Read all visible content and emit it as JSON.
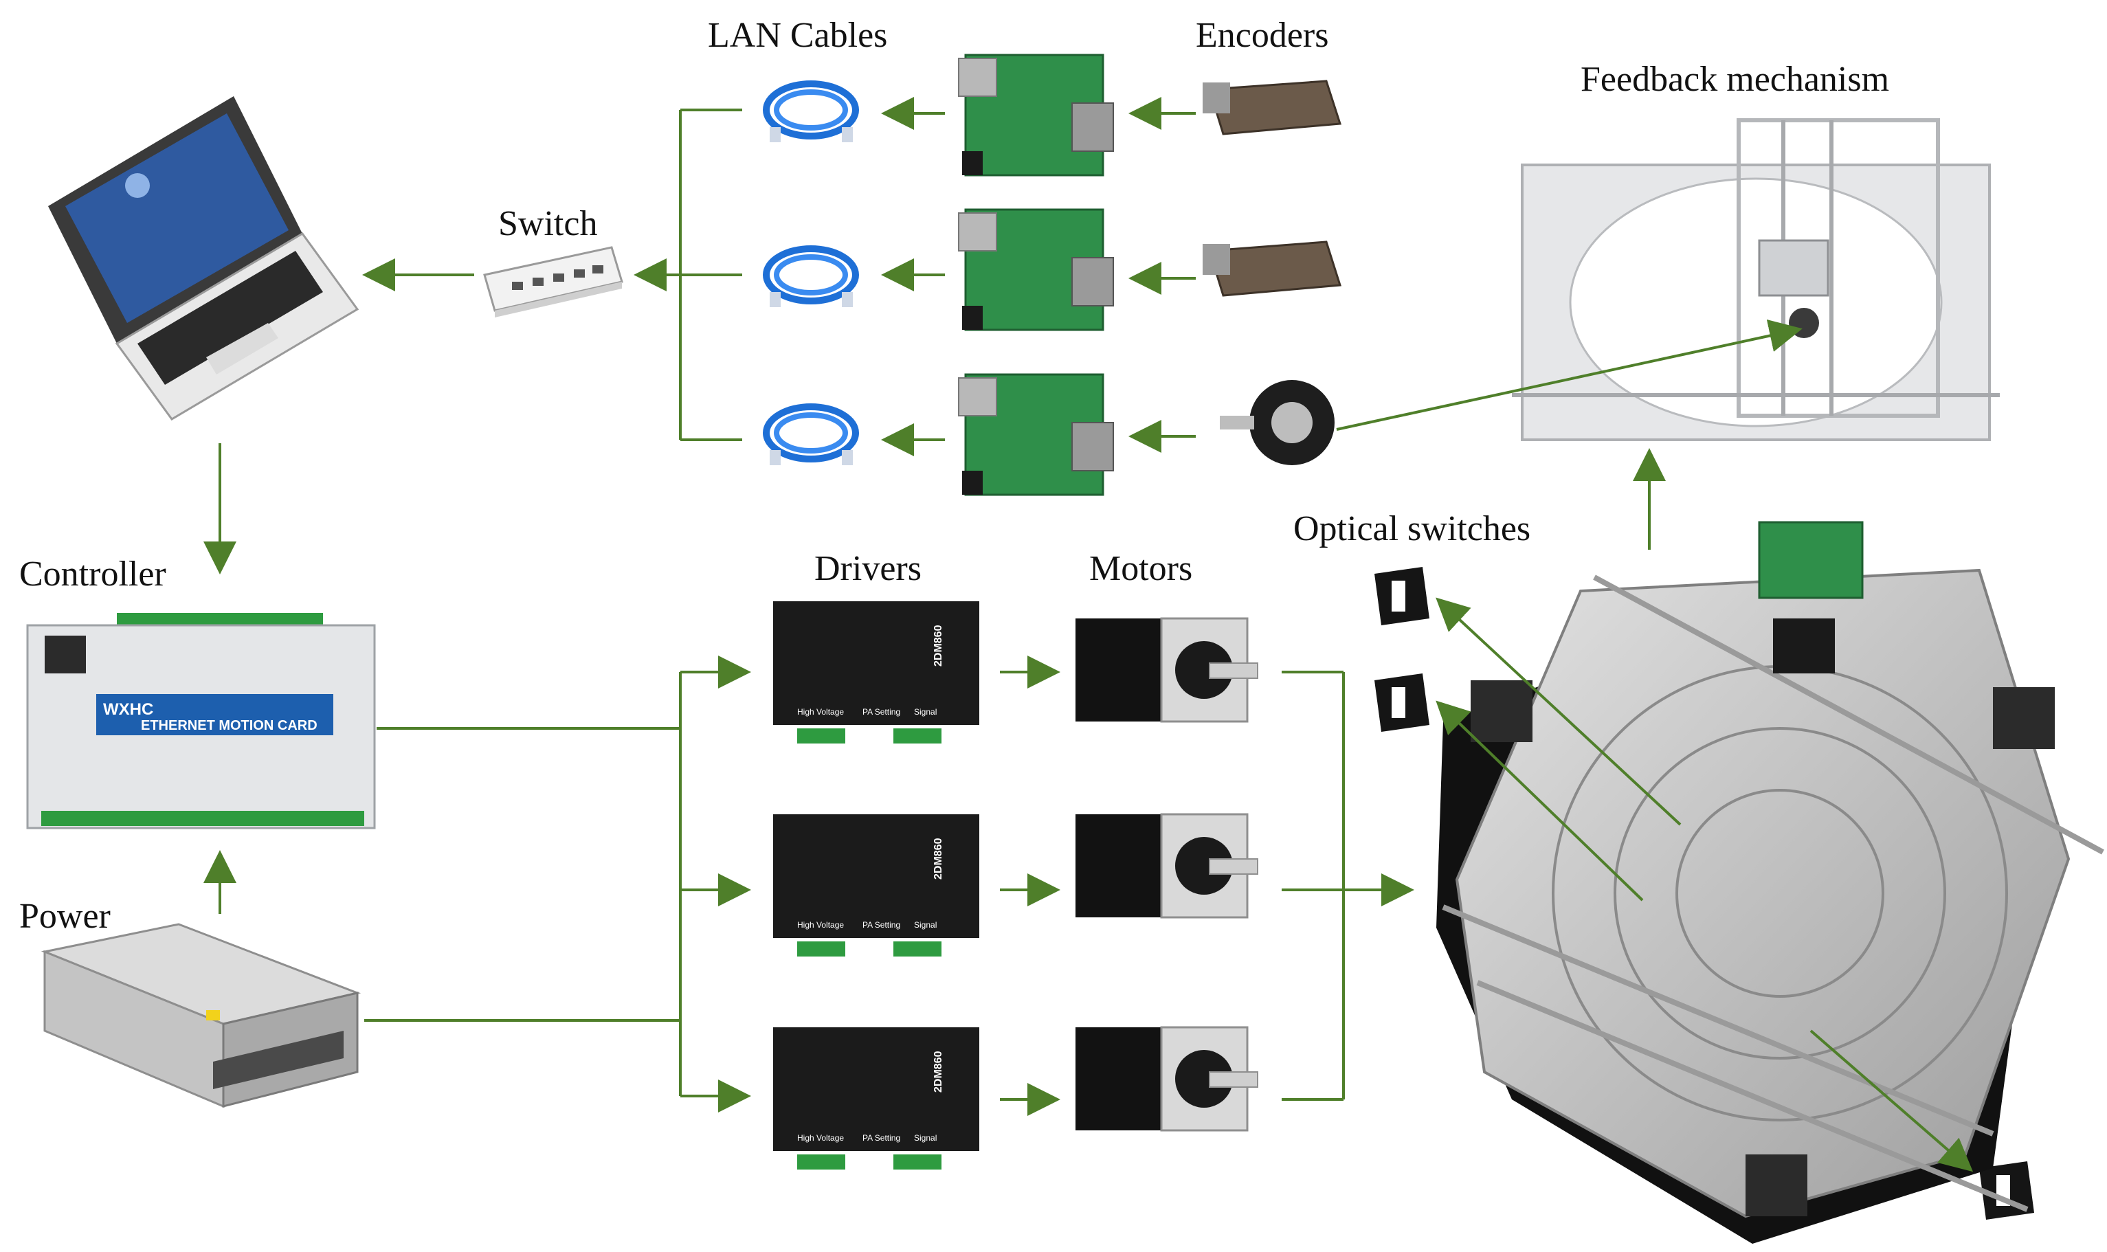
{
  "labels": {
    "lan_cables": "LAN Cables",
    "encoders": "Encoders",
    "feedback_mechanism": "Feedback mechanism",
    "switch": "Switch",
    "controller": "Controller",
    "power": "Power",
    "drivers": "Drivers",
    "motors": "Motors",
    "optical_switches": "Optical switches"
  },
  "controller_card": {
    "brand": "WXHC",
    "title": "ETHERNET MOTION CARD"
  },
  "driver_unit": {
    "model": "2DM860",
    "section_voltage": "High Voltage",
    "section_setting": "PA Setting",
    "section_signal": "Signal"
  },
  "colors": {
    "connector": "#4f7f2a",
    "pcb": "#2f8f4a",
    "cable": "#1e6fd6"
  }
}
